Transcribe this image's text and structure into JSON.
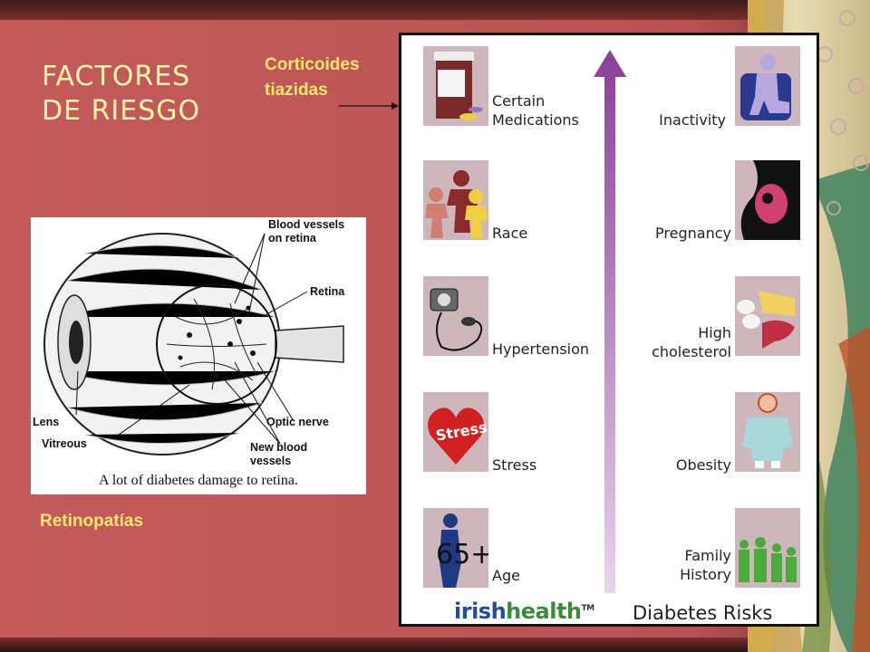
{
  "slide": {
    "title": "FACTORES\nDE RIESGO",
    "note_top": "Corticoides\ntiazidas",
    "note_bottom": "Retinopatías"
  },
  "eye_diagram": {
    "labels": {
      "blood_vessels": "Blood vessels",
      "blood_vessels_2": "on retina",
      "retina": "Retina",
      "lens": "Lens",
      "vitreous": "Vitreous",
      "optic_nerve": "Optic nerve",
      "new_vessels": "New blood",
      "new_vessels_2": "vessels"
    },
    "caption": "A lot of diabetes damage to retina."
  },
  "risks": {
    "left": [
      {
        "label": "Certain\nMedications",
        "icon": "medication-bottle-icon"
      },
      {
        "label": "Race",
        "icon": "people-icon"
      },
      {
        "label": "Hypertension",
        "icon": "blood-pressure-icon"
      },
      {
        "label": "Stress",
        "icon": "stress-heart-icon"
      },
      {
        "label": "Age",
        "icon": "elderly-icon",
        "badge": "65+"
      }
    ],
    "right": [
      {
        "label": "Inactivity",
        "icon": "sitting-person-icon"
      },
      {
        "label": "Pregnancy",
        "icon": "pregnancy-icon"
      },
      {
        "label": "High\ncholesterol",
        "icon": "fatty-food-icon"
      },
      {
        "label": "Obesity",
        "icon": "obese-person-icon"
      },
      {
        "label": "Family\nHistory",
        "icon": "family-icon"
      }
    ],
    "brand_a": "irish",
    "brand_b": "health",
    "brand_tm": "TM",
    "brand_sub": "Diabetes Risks"
  },
  "colors": {
    "accent_text": "#ffe86a",
    "title_text": "#fff7a8",
    "background": "#c0585a",
    "arrow": "#9b5aa6"
  }
}
